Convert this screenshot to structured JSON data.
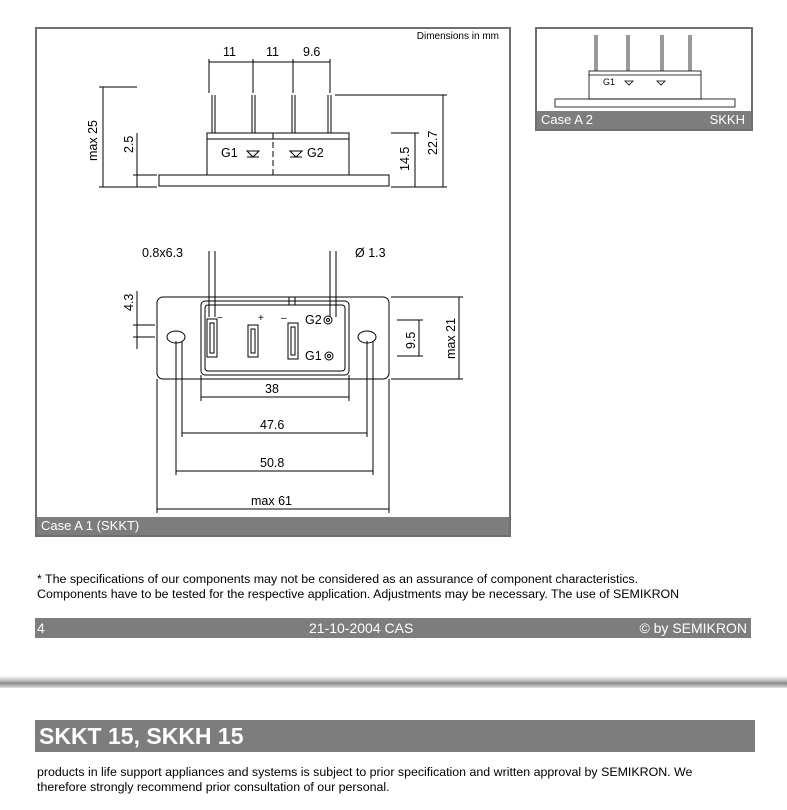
{
  "drawing_a1": {
    "units_label": "Dimensions in mm",
    "caption": "Case A 1 (SKKT)",
    "side_view": {
      "dims_top": [
        "11",
        "11",
        "9.6"
      ],
      "dim_max25": "max 25",
      "dim_25": "2.5",
      "dim_145": "14.5",
      "dim_227": "22.7",
      "label_g1": "G1",
      "label_g2": "G2"
    },
    "top_view": {
      "dim_pin": "0.8x6.3",
      "dim_hole": "Ø 1.3",
      "dim_43": "4.3",
      "dim_95": "9.5",
      "dim_max21": "max 21",
      "dim_38": "38",
      "dim_476": "47.6",
      "dim_508": "50.8",
      "dim_max61": "max 61",
      "label_g2": "G2",
      "label_g1": "G1",
      "sym_ac": "~",
      "sym_plus": "+",
      "sym_minus": "–"
    }
  },
  "drawing_a2": {
    "caption_left": "Case A 2",
    "caption_right": "SKKH",
    "label_g1": "G1"
  },
  "disclaimer": {
    "line1": "* The specifications of our components may not be considered as an assurance of component characteristics.",
    "line2": "Components have to be tested for the respective application. Adjustments may be necessary. The use of SEMIKRON"
  },
  "footer": {
    "page": "4",
    "date": "21-10-2004  CAS",
    "copyright": "© by SEMIKRON"
  },
  "next_page": {
    "title": "SKKT 15, SKKH 15",
    "line1": "products in life support appliances and systems is subject to prior specification and written approval by SEMIKRON. We",
    "line2": "therefore strongly recommend prior consultation of our personal."
  }
}
